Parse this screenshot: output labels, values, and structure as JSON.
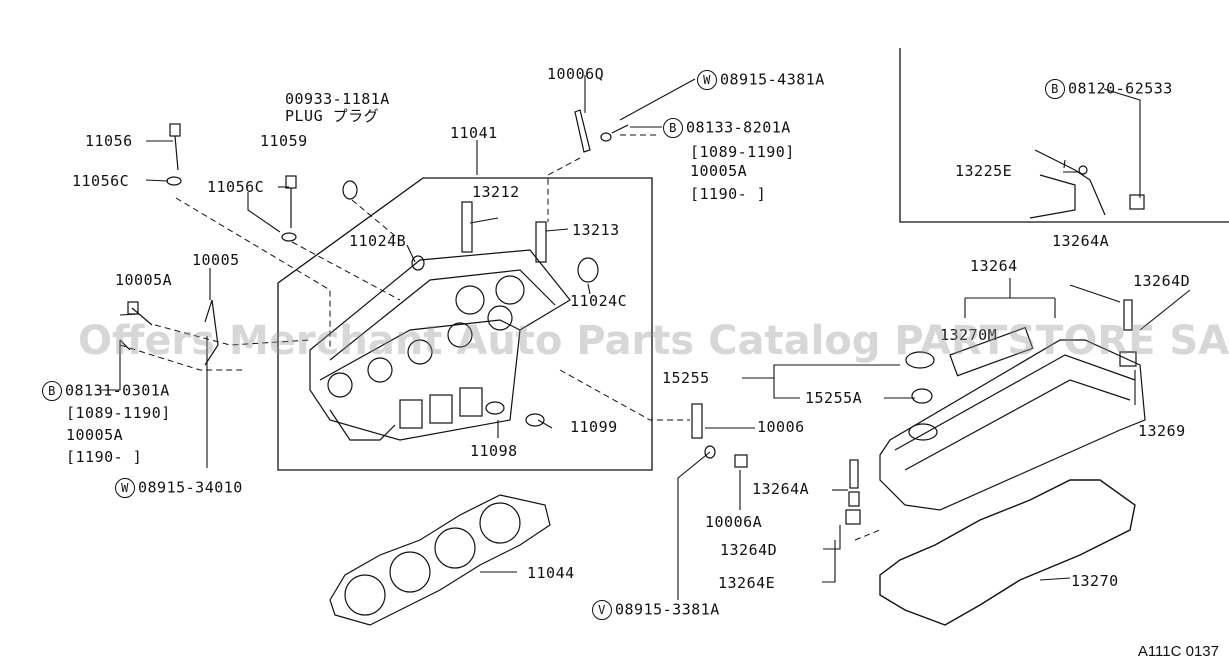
{
  "labels": {
    "p00933": "00933-1181A",
    "plug": "PLUG プラグ",
    "p10006q": "10006Q",
    "w08915_4381": "08915-4381A",
    "b08133": "08133-8201A",
    "range1089a": "[1089-1190]",
    "p10005a_top": "10005A",
    "range1190a": "[1190-   ]",
    "b08120": "08120-62533",
    "p13225e": "13225E",
    "p11056": "11056",
    "p11056c_a": "11056C",
    "p11059": "11059",
    "p11056c_b": "11056C",
    "p11041": "11041",
    "p13212": "13212",
    "p13213": "13213",
    "p11024b": "11024B",
    "p10005a_left": "10005A",
    "p10005": "10005",
    "p11024c": "11024C",
    "p13264a_top": "13264A",
    "p13264": "13264",
    "p13264d_top": "13264D",
    "p13270m": "13270M",
    "p15255": "15255",
    "p15255a": "15255A",
    "b08131": "08131-0301A",
    "range1089b": "[1089-1190]",
    "p10005a_bot": "10005A",
    "range1190b": "[1190-   ]",
    "w08915_34010": "08915-34010",
    "p11098": "11098",
    "p11099": "11099",
    "p10006": "10006",
    "p13269": "13269",
    "p13264a_mid": "13264A",
    "p10006a": "10006A",
    "p13264d_mid": "13264D",
    "p13264e": "13264E",
    "p11044": "11044",
    "p13270": "13270",
    "v08915_3381": "08915-3381A"
  },
  "markers": {
    "w": "W",
    "b": "B",
    "v": "V"
  },
  "watermark": "Offers Merchant Auto Parts Catalog PARTSTORE SA",
  "catalog_code": "A111C 0137"
}
